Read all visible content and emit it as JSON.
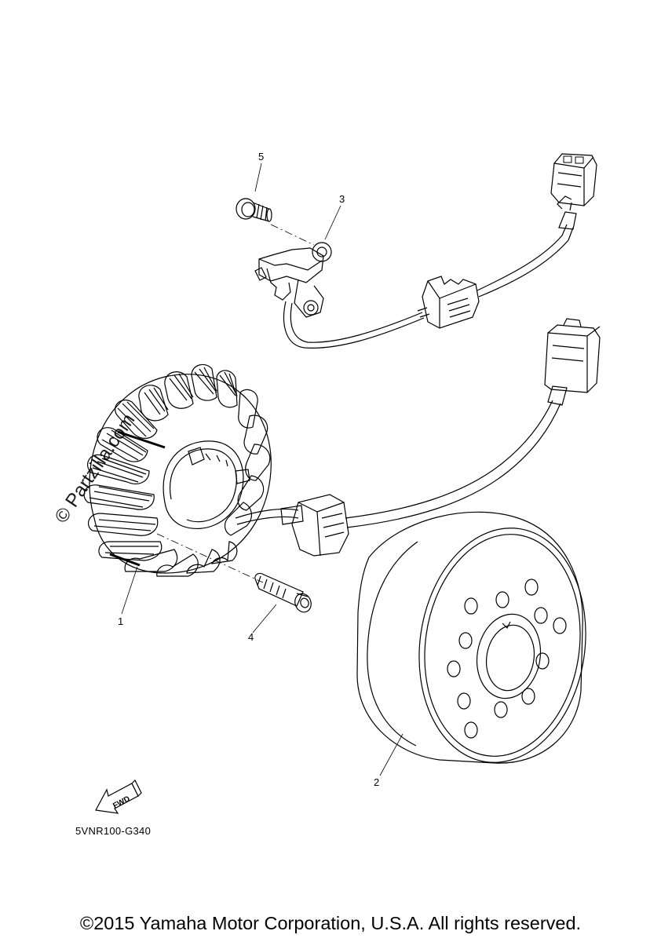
{
  "diagram": {
    "callouts": [
      {
        "id": "1",
        "text": "1"
      },
      {
        "id": "2",
        "text": "2"
      },
      {
        "id": "3",
        "text": "3"
      },
      {
        "id": "4",
        "text": "4"
      },
      {
        "id": "5",
        "text": "5"
      }
    ],
    "fwd_label": "FWD",
    "drawing_code": "5VNR100-G340",
    "watermark": "© Partzilla.com"
  },
  "footer": {
    "copyright": "©2015 Yamaha Motor Corporation, U.S.A. All rights reserved."
  },
  "colors": {
    "line": "#000000",
    "background": "#ffffff"
  },
  "icons": [
    "fwd-arrow-icon"
  ]
}
